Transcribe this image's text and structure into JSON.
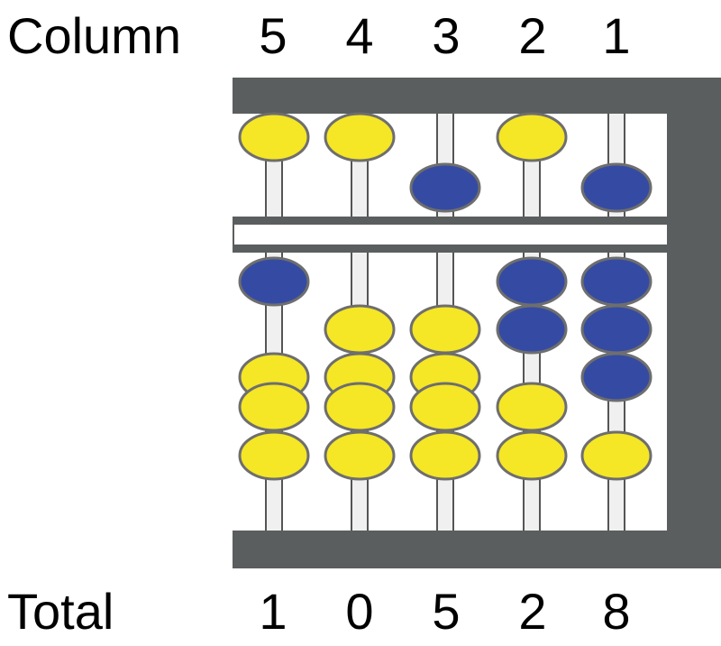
{
  "header": {
    "label": "Column",
    "columns": [
      "5",
      "4",
      "3",
      "2",
      "1"
    ]
  },
  "footer": {
    "label": "Total",
    "digits": [
      "1",
      "0",
      "5",
      "2",
      "8"
    ]
  },
  "abacus": {
    "columns": [
      {
        "column": "5",
        "upper": "yellow",
        "lower": [
          "blue",
          null,
          "yellow",
          "yellow",
          "yellow"
        ]
      },
      {
        "column": "4",
        "upper": "yellow",
        "lower": [
          null,
          "yellow",
          "yellow",
          "yellow",
          "yellow"
        ]
      },
      {
        "column": "3",
        "upper": "blue",
        "lower": [
          null,
          "yellow",
          "yellow",
          "yellow",
          "yellow"
        ]
      },
      {
        "column": "2",
        "upper": "yellow",
        "lower": [
          "blue",
          "blue",
          null,
          "yellow",
          "yellow"
        ]
      },
      {
        "column": "1",
        "upper": "blue",
        "lower": [
          "blue",
          "blue",
          "blue",
          null,
          "yellow"
        ]
      }
    ]
  },
  "colors": {
    "frame": "#5a5e5e",
    "rod": "#f0f0f0",
    "bead_yellow": "#f5e626",
    "bead_blue": "#354ba3",
    "bead_outline": "#6e6e6e"
  }
}
